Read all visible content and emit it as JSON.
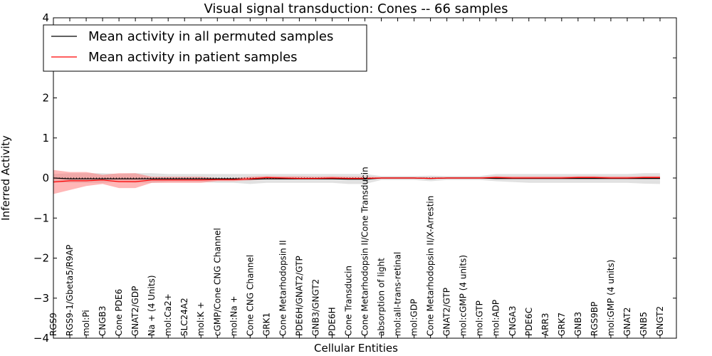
{
  "chart_data": {
    "type": "line",
    "title": "Visual signal transduction: Cones -- 66 samples",
    "xlabel": "Cellular Entities",
    "ylabel": "Inferred Activity",
    "ylim": [
      -4,
      4
    ],
    "yticks": [
      4,
      3,
      2,
      1,
      0,
      -1,
      -2,
      -3,
      -4
    ],
    "ytick_labels": [
      "4",
      "3",
      "2",
      "1",
      "0",
      "−1",
      "−2",
      "−3",
      "−4"
    ],
    "grid": false,
    "legend_position": "top-left",
    "categories": [
      "RGS9",
      "RGS9-1/Gbeta5/R9AP",
      "mol:Pi",
      "CNGB3",
      "Cone PDE6",
      "GNAT2/GDP",
      "Na + (4 Units)",
      "mol:Ca2+",
      "SLC24A2",
      "mol:K +",
      "cGMP/Cone CNG Channel",
      "mol:Na +",
      "Cone CNG Channel",
      "GRK1",
      "Cone Metarhodopsin II",
      "PDE6H/GNAT2/GTP",
      "GNB3/GNGT2",
      "PDE6H",
      "Cone Transducin",
      "Cone Metarhodopsin II/Cone Transducin",
      "absorption of light",
      "mol:all-trans-retinal",
      "mol:GDP",
      "Cone Metarhodopsin II/X-Arrestin",
      "GNAT2/GTP",
      "mol:cGMP (4 units)",
      "mol:GTP",
      "mol:ADP",
      "CNGA3",
      "PDE6C",
      "ARR3",
      "GRK7",
      "GNB3",
      "RGS9BP",
      "mol:GMP (4 units)",
      "GNAT2",
      "GNB5",
      "GNGT2"
    ],
    "series": [
      {
        "name": "Mean activity in all permuted samples",
        "color": "#000000",
        "band_color": "#c8c8c8",
        "values": [
          0.0,
          -0.02,
          -0.02,
          -0.02,
          -0.02,
          -0.02,
          -0.02,
          -0.02,
          -0.02,
          -0.02,
          -0.02,
          -0.02,
          -0.03,
          -0.02,
          -0.02,
          -0.02,
          -0.02,
          -0.02,
          -0.03,
          -0.03,
          0.0,
          0.0,
          0.0,
          -0.01,
          0.0,
          0.0,
          0.0,
          -0.01,
          -0.01,
          -0.01,
          -0.01,
          -0.01,
          -0.01,
          -0.01,
          -0.01,
          -0.01,
          -0.01,
          -0.01
        ],
        "lower": [
          -0.1,
          -0.12,
          -0.12,
          -0.12,
          -0.1,
          -0.12,
          -0.12,
          -0.1,
          -0.1,
          -0.1,
          -0.12,
          -0.12,
          -0.15,
          -0.12,
          -0.12,
          -0.12,
          -0.12,
          -0.12,
          -0.15,
          -0.15,
          -0.05,
          -0.05,
          -0.05,
          -0.08,
          -0.05,
          -0.05,
          -0.05,
          -0.08,
          -0.1,
          -0.12,
          -0.12,
          -0.12,
          -0.12,
          -0.12,
          -0.12,
          -0.12,
          -0.14,
          -0.15
        ],
        "upper": [
          0.1,
          0.12,
          0.12,
          0.12,
          0.1,
          0.12,
          0.12,
          0.1,
          0.1,
          0.1,
          0.1,
          0.1,
          0.1,
          0.1,
          0.1,
          0.1,
          0.1,
          0.1,
          0.1,
          0.1,
          0.05,
          0.05,
          0.05,
          0.06,
          0.05,
          0.05,
          0.05,
          0.1,
          0.1,
          0.1,
          0.1,
          0.1,
          0.1,
          0.1,
          0.1,
          0.1,
          0.12,
          0.12
        ]
      },
      {
        "name": "Mean activity in patient samples",
        "color": "#ff0000",
        "band_color": "#ff7070",
        "values": [
          -0.1,
          -0.07,
          -0.07,
          -0.05,
          -0.09,
          -0.09,
          -0.05,
          -0.05,
          -0.05,
          -0.05,
          -0.04,
          -0.04,
          -0.02,
          0.01,
          0.0,
          -0.01,
          -0.01,
          0.0,
          -0.01,
          -0.01,
          0.0,
          0.0,
          0.0,
          -0.01,
          0.0,
          0.0,
          0.0,
          0.01,
          0.0,
          0.0,
          0.0,
          0.0,
          0.01,
          0.01,
          0.0,
          0.0,
          0.01,
          0.01
        ],
        "lower": [
          -0.4,
          -0.3,
          -0.2,
          -0.15,
          -0.25,
          -0.25,
          -0.12,
          -0.12,
          -0.12,
          -0.12,
          -0.08,
          -0.08,
          -0.06,
          -0.03,
          -0.03,
          -0.03,
          -0.03,
          -0.03,
          -0.03,
          -0.03,
          -0.02,
          -0.02,
          -0.02,
          -0.02,
          -0.02,
          -0.02,
          -0.02,
          -0.02,
          -0.02,
          -0.02,
          -0.02,
          -0.02,
          -0.02,
          -0.02,
          -0.02,
          -0.02,
          -0.02,
          -0.02
        ],
        "upper": [
          0.2,
          0.15,
          0.15,
          0.08,
          0.12,
          0.12,
          0.03,
          0.03,
          0.03,
          0.03,
          0.0,
          0.0,
          0.03,
          0.05,
          0.04,
          0.04,
          0.03,
          0.04,
          0.03,
          0.03,
          0.02,
          0.02,
          0.02,
          0.02,
          0.02,
          0.02,
          0.02,
          0.05,
          0.04,
          0.04,
          0.04,
          0.04,
          0.05,
          0.05,
          0.04,
          0.04,
          0.05,
          0.05
        ]
      }
    ]
  }
}
